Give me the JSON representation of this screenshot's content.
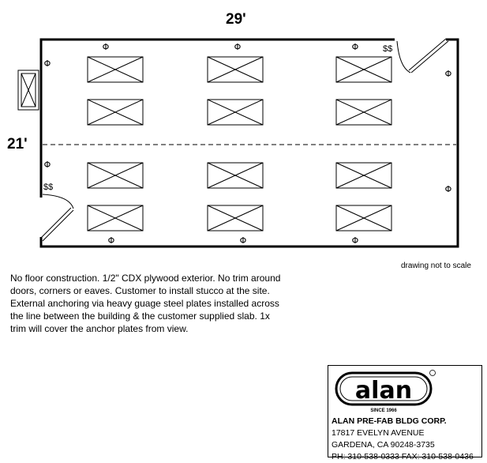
{
  "drawing": {
    "width_label": "29'",
    "depth_label": "21'",
    "scale_note": "drawing not to scale",
    "outlet_symbol": "Φ",
    "dollar_symbol": "$$"
  },
  "notes": [
    "No floor construction.  1/2\" CDX plywood exterior.  No trim around",
    "doors, corners or eaves.  Customer to install stucco at the site.",
    "External anchoring via heavy guage steel plates installed across",
    "the line between the building & the customer supplied slab.  1x",
    "trim will cover the anchor plates from view."
  ],
  "title_block": {
    "logo_text": "alan",
    "logo_since": "SINCE 1966",
    "company_name": "ALAN PRE-FAB BLDG CORP.",
    "street": "17817 EVELYN AVENUE",
    "city": "GARDENA, CA 90248-3735",
    "phone_fax": "PH: 310-538-0333   FAX: 310-538-0436"
  }
}
